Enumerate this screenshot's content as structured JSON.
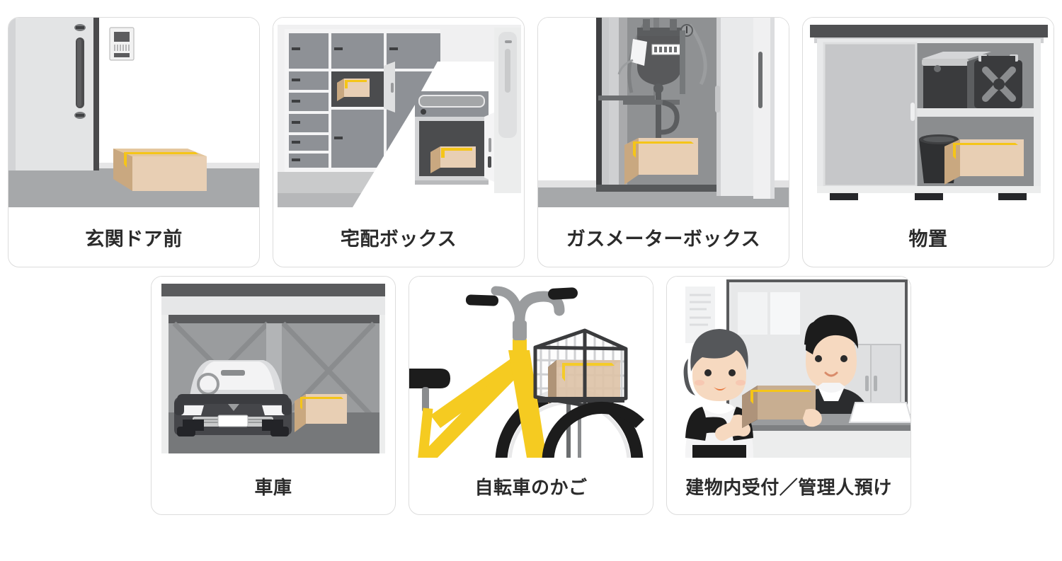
{
  "page": {
    "background_color": "#ffffff",
    "card_border_color": "#dcdcdc",
    "label_text_color": "#2b2b2b"
  },
  "palette": {
    "box_top": "#e4c79f",
    "box_front": "#e8cfb4",
    "box_side": "#c9a880",
    "tape_yellow": "#f5c518",
    "gray_dark": "#555759",
    "gray_mid": "#8e9196",
    "gray_light": "#d6d7d9",
    "gray_xlight": "#ececec",
    "floor_gray": "#a6a8aa",
    "bike_yellow": "#f5cb21",
    "black": "#1c1c1c",
    "skin": "#f6d9c0"
  },
  "rows": [
    {
      "name": "top-row",
      "cards": [
        {
          "id": "entrance-door",
          "label": "玄関ドア前",
          "illustration": "entrance-door-with-package"
        },
        {
          "id": "delivery-box",
          "label": "宅配ボックス",
          "illustration": "delivery-locker-with-package"
        },
        {
          "id": "gas-meter-box",
          "label": "ガスメーターボックス",
          "illustration": "gas-meter-cabinet-with-package"
        },
        {
          "id": "storage-shed",
          "label": "物置",
          "illustration": "storage-shed-with-package"
        }
      ]
    },
    {
      "name": "bottom-row",
      "cards": [
        {
          "id": "garage",
          "label": "車庫",
          "illustration": "garage-with-car-and-package"
        },
        {
          "id": "bicycle-basket",
          "label": "自転車のかご",
          "illustration": "bicycle-basket-with-package"
        },
        {
          "id": "building-reception",
          "label": "建物内受付／管理人預け",
          "illustration": "reception-handover-of-package"
        }
      ]
    }
  ]
}
